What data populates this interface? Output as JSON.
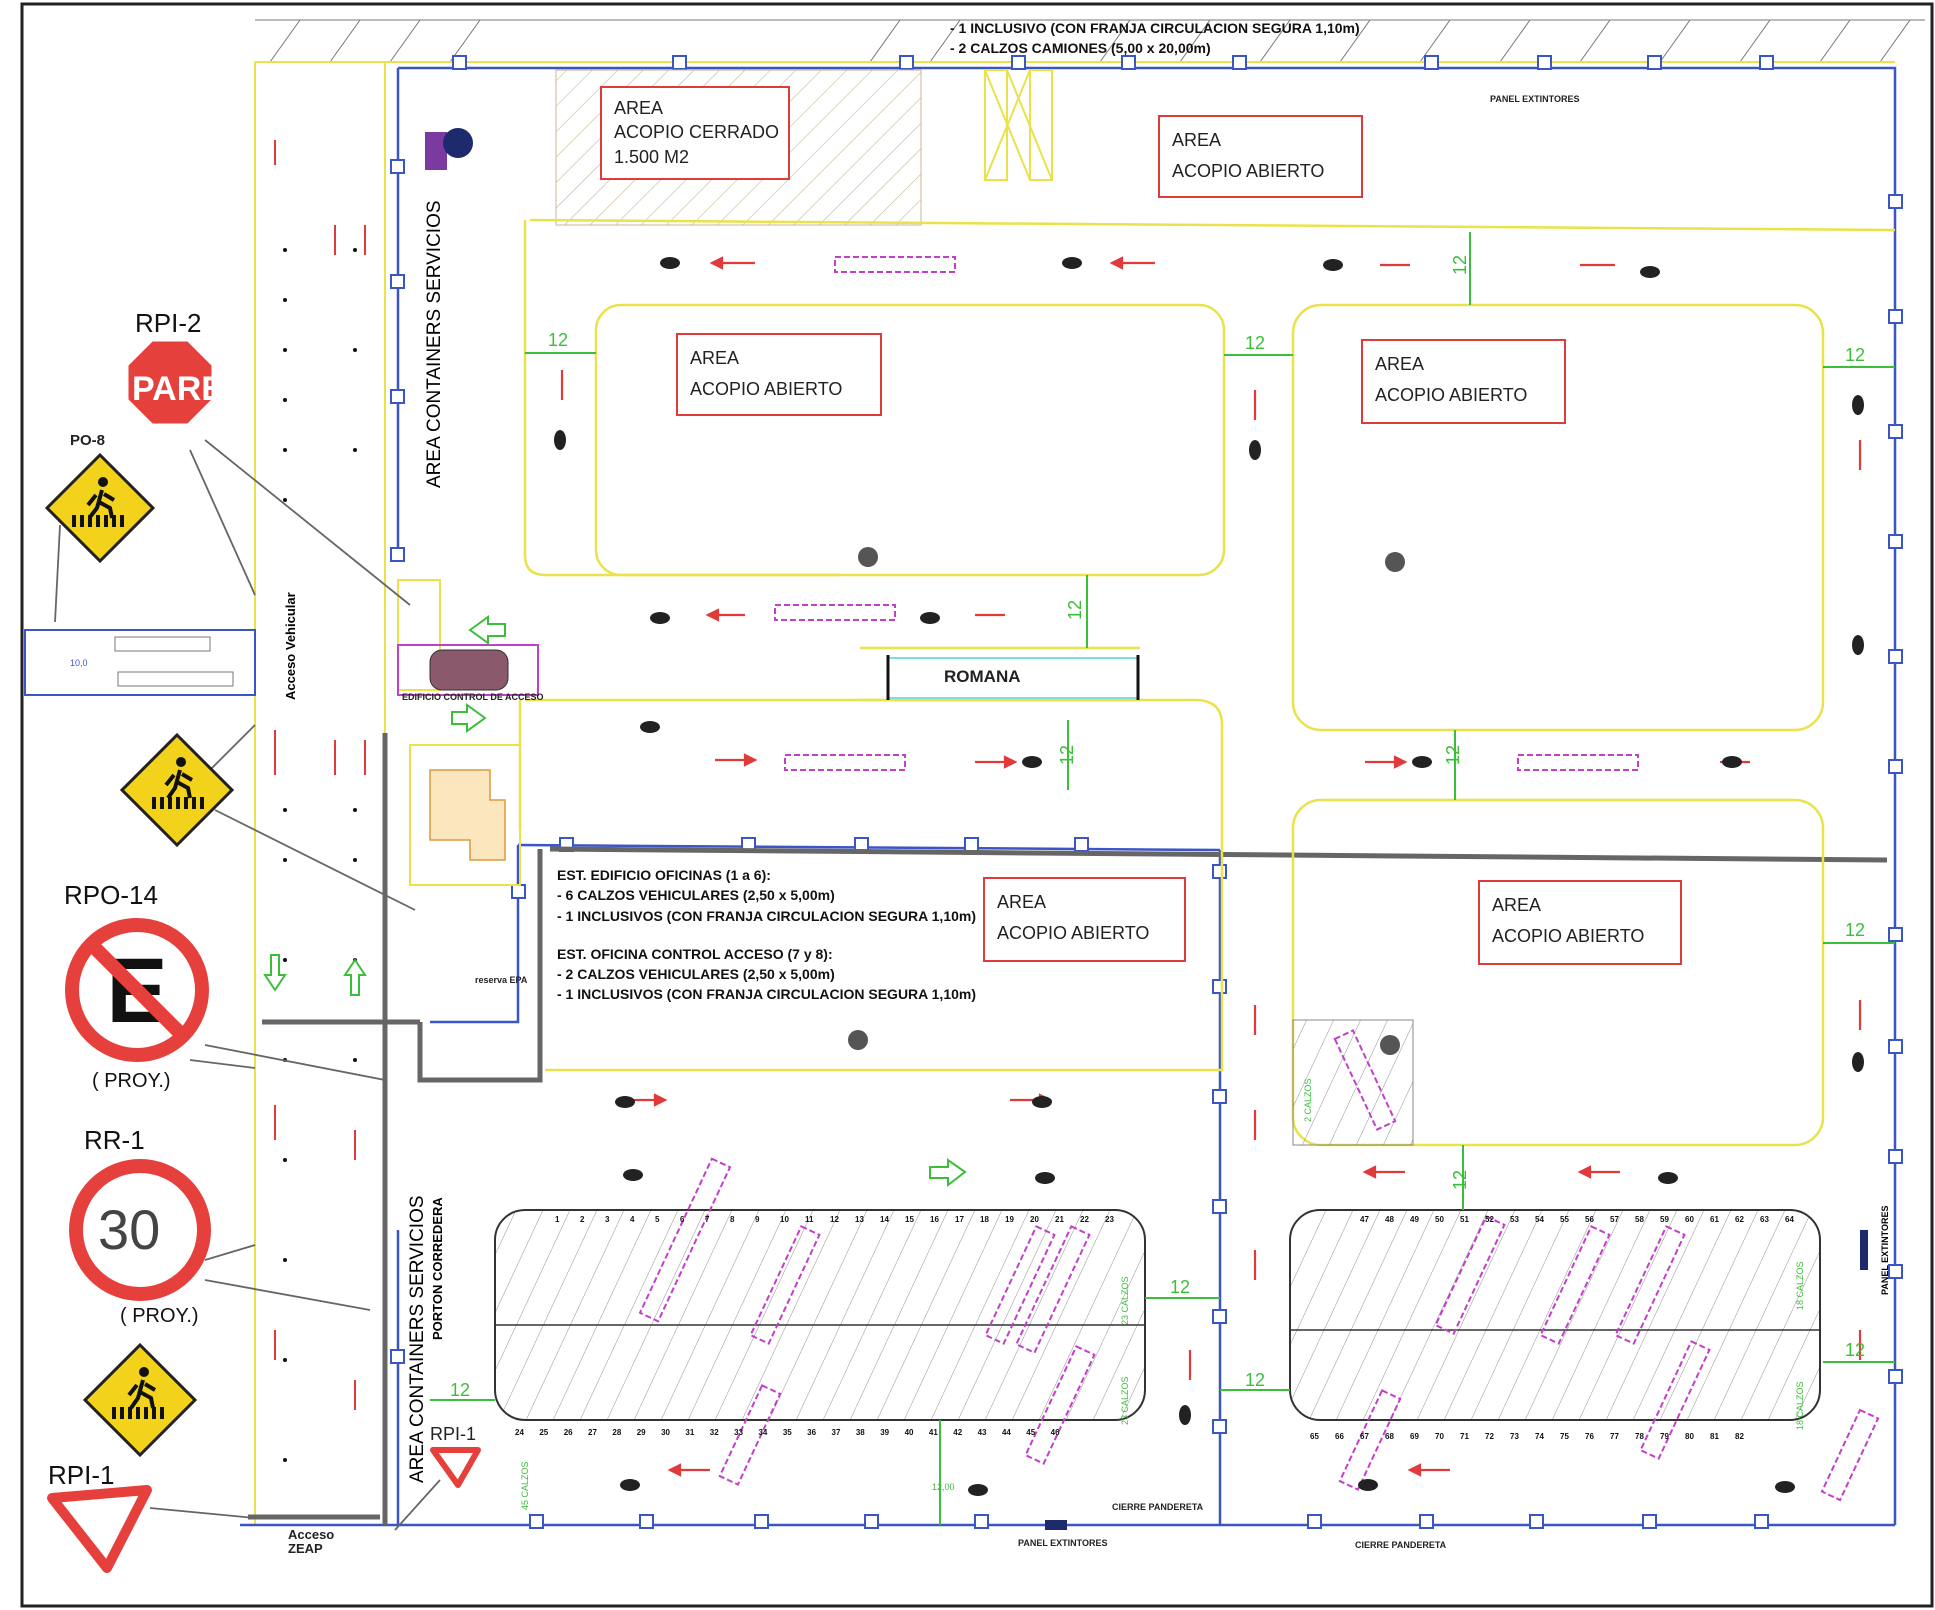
{
  "top_notes": {
    "line1": "- 1 INCLUSIVO (CON FRANJA CIRCULACION SEGURA 1,10m)",
    "line2": "- 2 CALZOS CAMIONES (5,00 x 20,00m)"
  },
  "areas": {
    "acopio_cerrado": {
      "line1": "AREA",
      "line2": "ACOPIO CERRADO",
      "line3": "1.500 M2"
    },
    "acopio_abierto_top_right": {
      "line1": "AREA",
      "line2": "ACOPIO ABIERTO"
    },
    "acopio_abierto_center_left": {
      "line1": "AREA",
      "line2": "ACOPIO ABIERTO"
    },
    "acopio_abierto_center_right": {
      "line1": "AREA",
      "line2": "ACOPIO ABIERTO"
    },
    "acopio_abierto_lower_center": {
      "line1": "AREA",
      "line2": "ACOPIO ABIERTO"
    },
    "acopio_abierto_lower_right": {
      "line1": "AREA",
      "line2": "ACOPIO ABIERTO"
    }
  },
  "containers_servicios": "AREA  CONTAINERS  SERVICIOS",
  "romana": "ROMANA",
  "acceso_vehicular": "Acceso Vehicular",
  "edificio_control": "EDIFICIO CONTROL DE ACCESO",
  "porton_corredera": "PORTON CORREDERA",
  "acceso_zeap": {
    "line1": "Acceso",
    "line2": "ZEAP"
  },
  "panel_extintores": "PANEL EXTINTORES",
  "cierre_pandereta": "CIERRE PANDERETA",
  "reserva_epa": "reserva EPA",
  "parking_notes": {
    "line1": "EST. EDIFICIO OFICINAS (1 a 6):",
    "line2": "- 6 CALZOS VEHICULARES (2,50 x 5,00m)",
    "line3": "- 1 INCLUSIVOS (CON FRANJA CIRCULACION SEGURA 1,10m)",
    "line4": "EST. OFICINA CONTROL ACCESO (7 y 8):",
    "line5": "- 2 CALZOS VEHICULARES (2,50 x 5,00m)",
    "line6": "- 1 INCLUSIVOS (CON FRANJA CIRCULACION SEGURA 1,10m)"
  },
  "signs": {
    "rpi2": {
      "code": "RPI-2",
      "text": "PARE"
    },
    "po8": {
      "code": "PO-8"
    },
    "rpo14": {
      "code": "RPO-14",
      "proy": "( PROY.)"
    },
    "rr1": {
      "code": "RR-1",
      "value": "30",
      "proy": "( PROY.)"
    },
    "rpi1_left": {
      "code": "RPI-1"
    },
    "rpi1_inner": {
      "code": "RPI-1"
    }
  },
  "dimension_label": "12",
  "calzos": {
    "c45": "45 CALZOS",
    "c23a": "23 CALZOS",
    "c23b": "23 CALZOS",
    "c18a": "18 CALZOS",
    "c18b": "18 CALZOS",
    "c2": "2 CALZOS",
    "width": "12,00",
    "small_a": "10,0"
  },
  "lot_a": {
    "top_numbers": [
      "1",
      "2",
      "3",
      "4",
      "5",
      "6",
      "7",
      "8",
      "9",
      "10",
      "11",
      "12",
      "13",
      "14",
      "15",
      "16",
      "17",
      "18",
      "19",
      "20",
      "21",
      "22",
      "23"
    ],
    "bottom_numbers": [
      "24",
      "25",
      "26",
      "27",
      "28",
      "29",
      "30",
      "31",
      "32",
      "33",
      "34",
      "35",
      "36",
      "37",
      "38",
      "39",
      "40",
      "41",
      "42",
      "43",
      "44",
      "45",
      "46"
    ]
  },
  "lot_b": {
    "top_numbers": [
      "47",
      "48",
      "49",
      "50",
      "51",
      "52",
      "53",
      "54",
      "55",
      "56",
      "57",
      "58",
      "59",
      "60",
      "61",
      "62",
      "63",
      "64"
    ],
    "bottom_numbers": [
      "65",
      "66",
      "67",
      "68",
      "69",
      "70",
      "71",
      "72",
      "73",
      "74",
      "75",
      "76",
      "77",
      "78",
      "79",
      "80",
      "81",
      "82"
    ]
  },
  "colors": {
    "fence": "#3a55c4",
    "road_edge": "#e9e24a",
    "area_border": "#e03a3a",
    "arrows": "#e03a3a",
    "dimension": "#3bbf3b",
    "vehicles": "#c23fc9",
    "wall": "#666666",
    "sign_warning": "#f2d21b",
    "sign_stop": "#e5403b"
  }
}
